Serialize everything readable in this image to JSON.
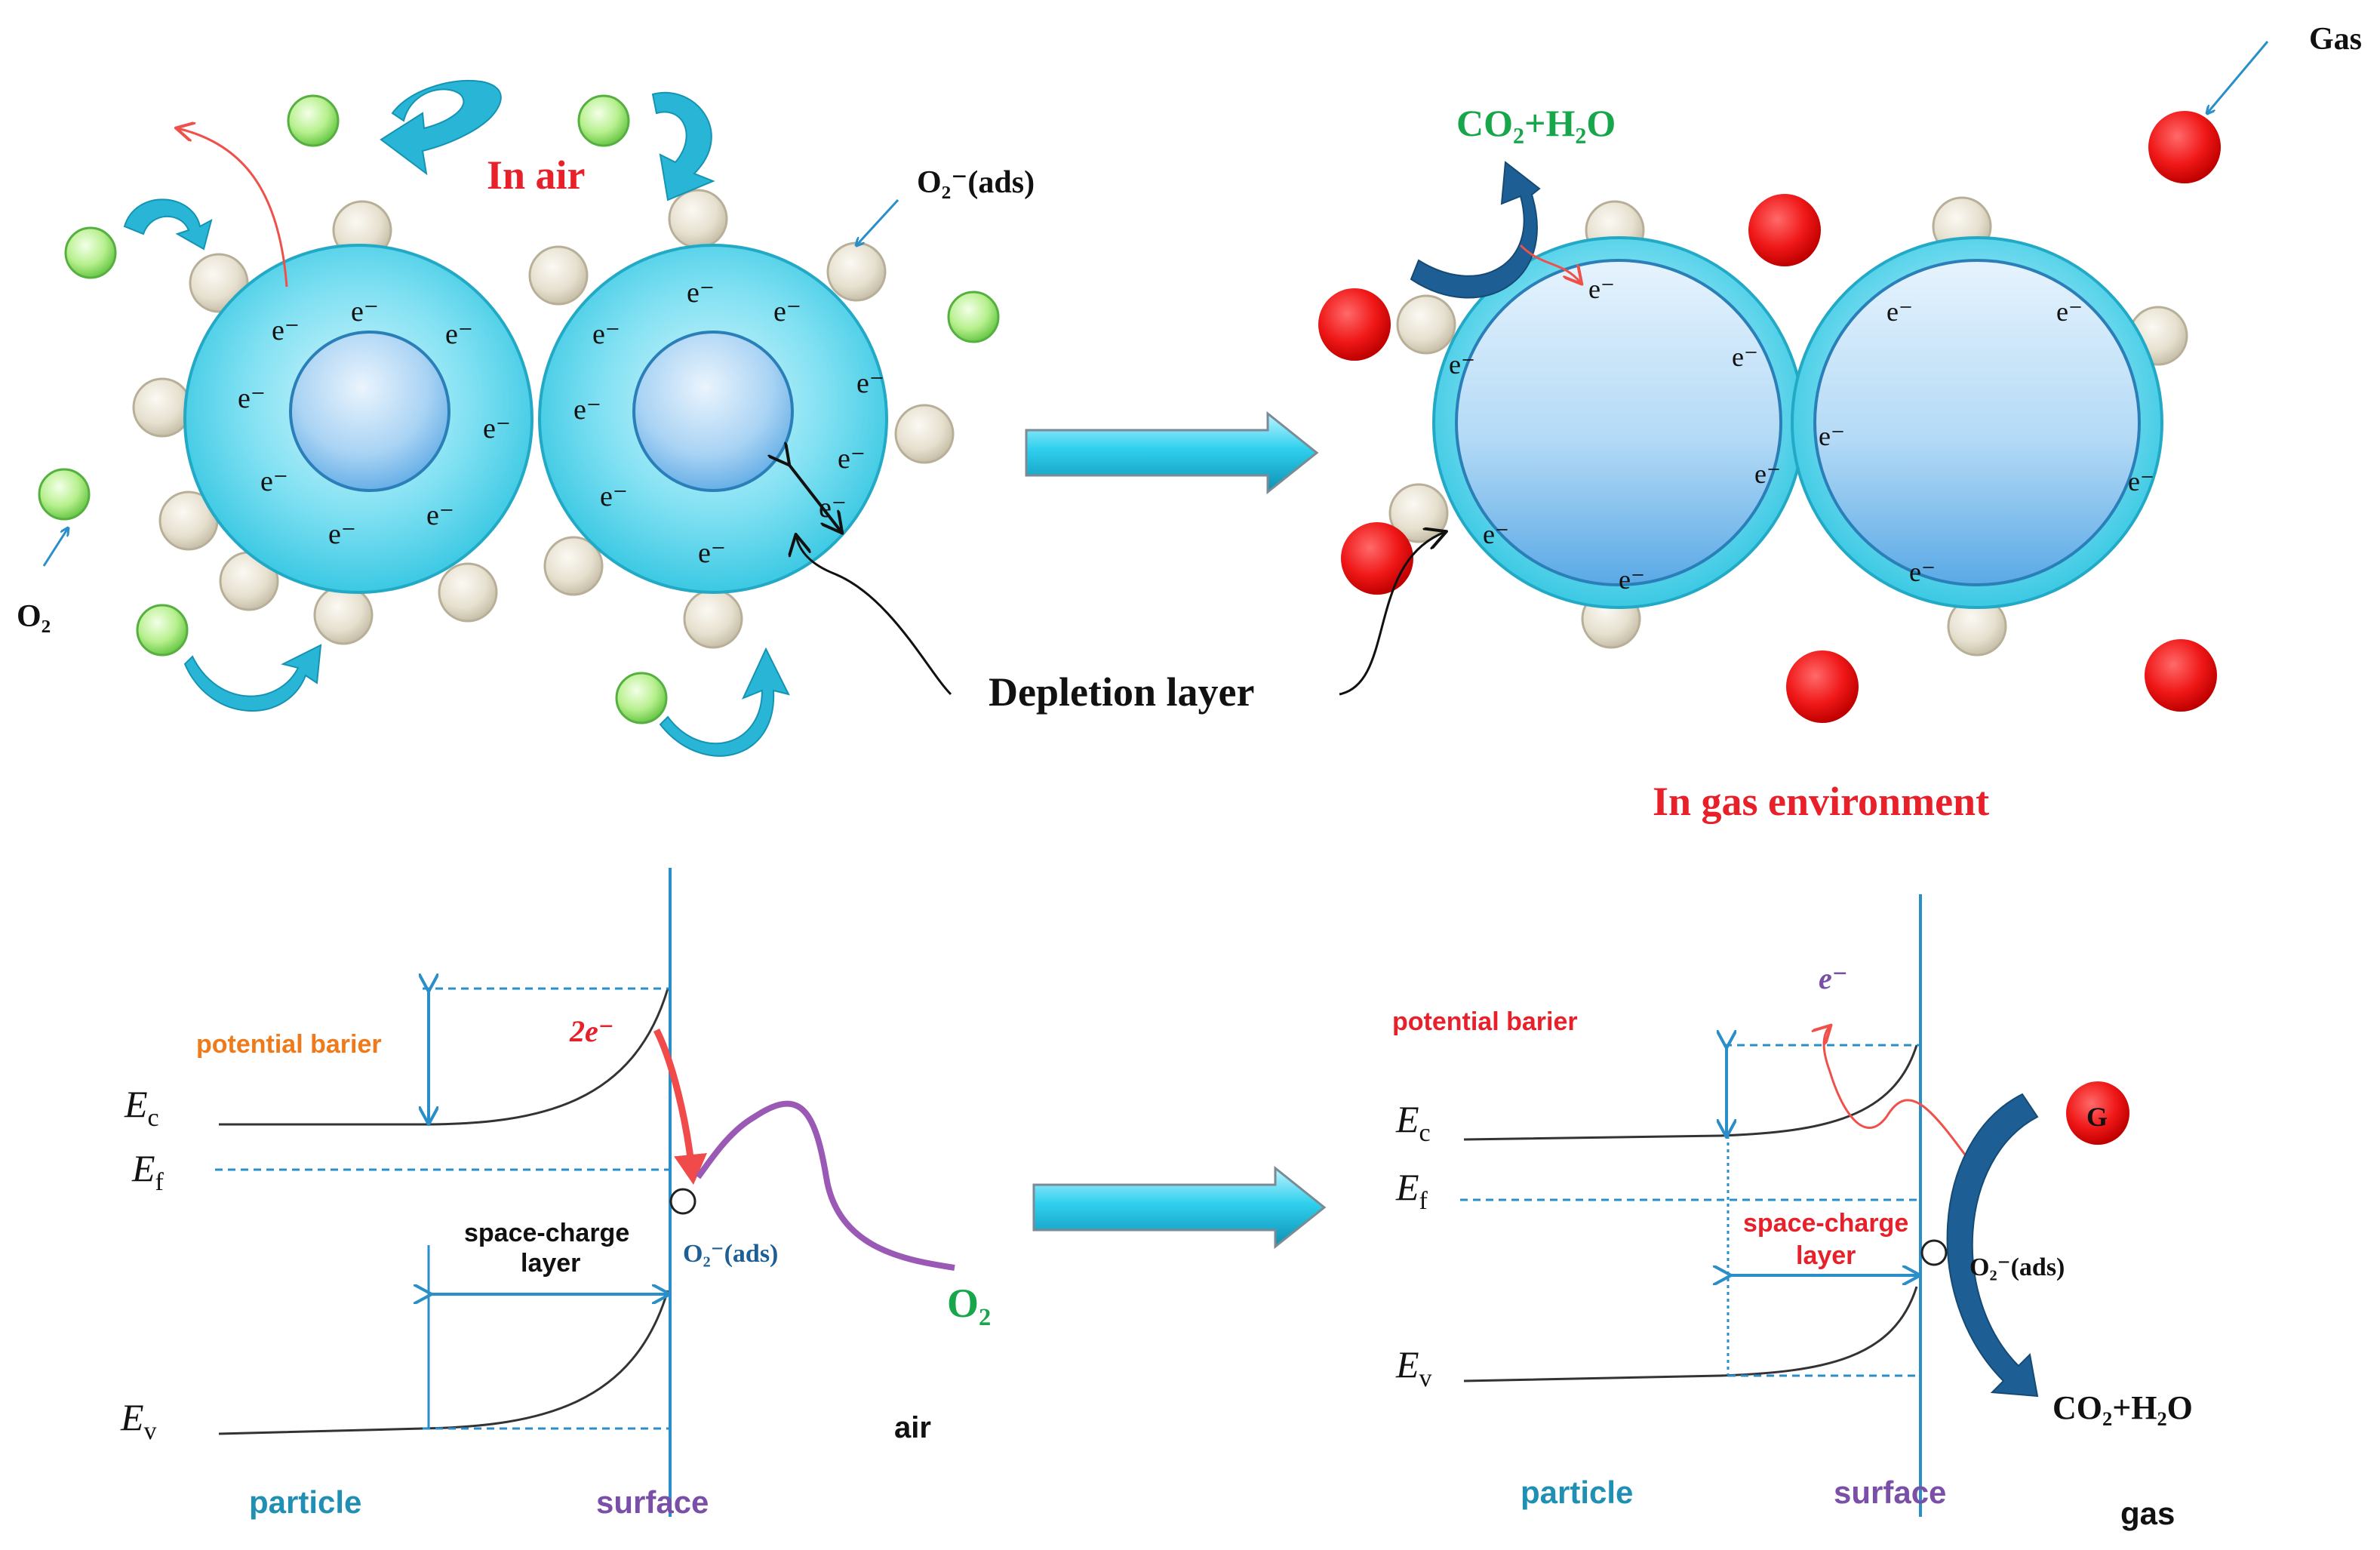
{
  "colors": {
    "red_label": "#e8202a",
    "green_label": "#17a64a",
    "cyan_arrow": "#29b6d6",
    "band_line": "#2a8fc9",
    "purple": "#9b59b6",
    "orange": "#f07a1a",
    "text_blue": "#1f8fb4",
    "text_purple": "#7a4fa8",
    "dark_blue": "#1d5f94"
  },
  "top_left": {
    "label_in_air": "In air",
    "label_o2_ads": "O₂⁻(ads)",
    "label_o2": "O₂",
    "electron": "e⁻"
  },
  "top_right": {
    "label_gas": "Gas",
    "label_co2_h2o": "CO₂+H₂O",
    "label_in_gas": "In gas environment",
    "electron": "e⁻"
  },
  "shared": {
    "label_depletion": "Depletion layer"
  },
  "bottom_left": {
    "label_potential": "potential barier",
    "label_ec": "E",
    "label_ec_sub": "c",
    "label_ef": "E",
    "label_ef_sub": "f",
    "label_ev": "E",
    "label_ev_sub": "v",
    "label_2e": "2e⁻",
    "label_space_charge_1": "space-charge",
    "label_space_charge_2": "layer",
    "label_o2_ads": "O₂⁻(ads)",
    "label_o2": "O₂",
    "label_air": "air",
    "label_particle": "particle",
    "label_surface": "surface"
  },
  "bottom_right": {
    "label_potential": "potential barier",
    "label_e": "e⁻",
    "label_ec": "E",
    "label_ec_sub": "c",
    "label_ef": "E",
    "label_ef_sub": "f",
    "label_ev": "E",
    "label_ev_sub": "v",
    "label_space_charge_1": "space-charge",
    "label_space_charge_2": "layer",
    "label_o2_ads": "O₂⁻(ads)",
    "label_g": "G",
    "label_co2_h2o": "CO₂+H₂O",
    "label_particle": "particle",
    "label_surface": "surface",
    "label_gas": "gas"
  }
}
